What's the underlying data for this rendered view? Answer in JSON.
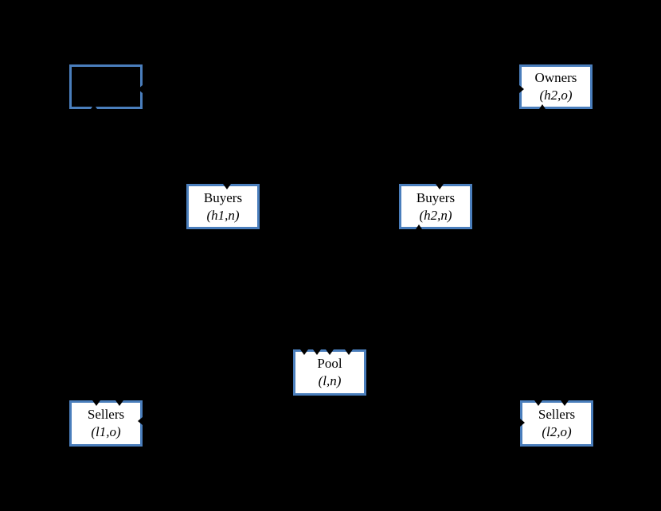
{
  "figure": {
    "background_color": "#000000",
    "box_border_color": "#4a7ebc",
    "box_fill_color": "#ffffff",
    "text_color": "#000000"
  },
  "nodes": {
    "owners_h1": {
      "title": "",
      "subtitle": ""
    },
    "owners_h2": {
      "title": "Owners",
      "subtitle": "(h2,o)"
    },
    "buyers_h1": {
      "title": "Buyers",
      "subtitle": "(h1,n)"
    },
    "buyers_h2": {
      "title": "Buyers",
      "subtitle": "(h2,n)"
    },
    "pool": {
      "title": "Pool",
      "subtitle": "(l,n)"
    },
    "sellers_l1": {
      "title": "Sellers",
      "subtitle": "(l1,o)"
    },
    "sellers_l2": {
      "title": "Sellers",
      "subtitle": "(l2,o)"
    }
  }
}
